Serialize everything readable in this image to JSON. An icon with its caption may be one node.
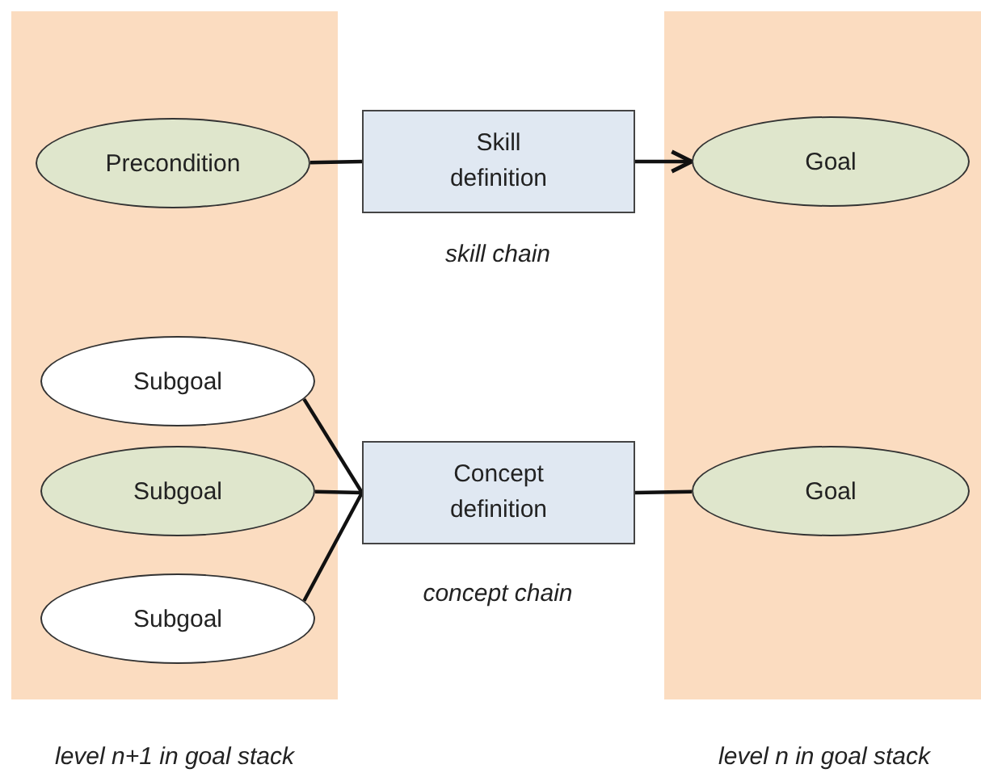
{
  "diagram": {
    "nodes": [
      {
        "text": [],
        "shape": "box",
        "beside": [
          "level n+1 in goal stack"
        ]
      },
      {
        "text": [
          "Precondition"
        ],
        "in": 0
      },
      {
        "text": [
          "Skill definition"
        ],
        "beside": [
          "skill chain"
        ]
      },
      {
        "text": [],
        "shape": "box",
        "beside": [
          "level n in goal stack"
        ]
      },
      {
        "text": [
          "Goal"
        ],
        "in": 3
      },
      {
        "text": [
          "Subgoal"
        ],
        "in": 0
      },
      {
        "text": [
          "Subgoal"
        ],
        "in": 0
      },
      {
        "text": [
          "Subgoal"
        ],
        "in": 0
      },
      {
        "text": [
          "Concept definition"
        ],
        "beside": [
          "concept chain"
        ]
      },
      {
        "text": [
          "Goal"
        ],
        "in": 3
      }
    ],
    "edges": [
      {
        "from": 1,
        "to": 2,
        "arrow": "none"
      },
      {
        "from": 2,
        "to": 4,
        "arrow": "to"
      },
      {
        "from": 5,
        "to": 8,
        "arrow": "none"
      },
      {
        "from": 6,
        "to": 8,
        "arrow": "none"
      },
      {
        "from": 7,
        "to": 8,
        "arrow": "none"
      },
      {
        "from": 8,
        "to": 9,
        "arrow": "none"
      }
    ]
  }
}
